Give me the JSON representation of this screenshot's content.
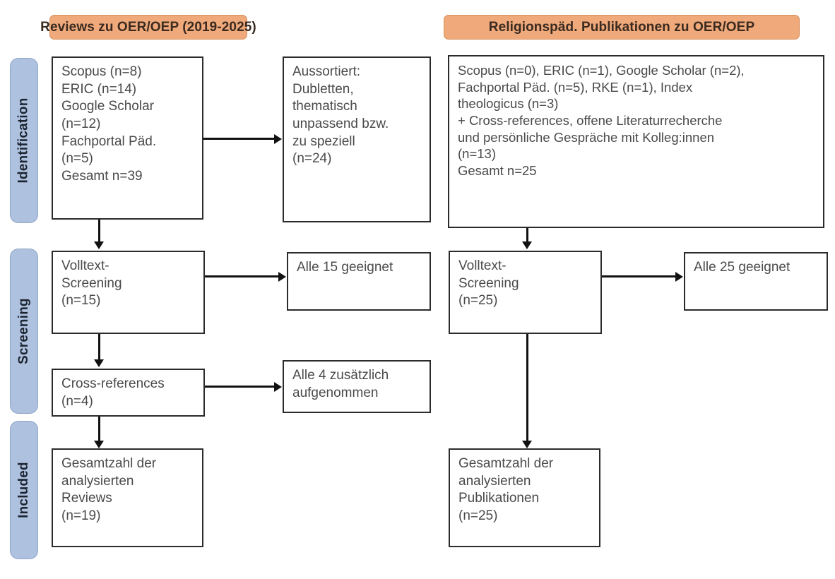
{
  "headers": {
    "left": "Reviews zu OER/OEP (2019-2025)",
    "right": "Religionspäd. Publikationen zu OER/OEP"
  },
  "stages": {
    "identification": "Identification",
    "screening": "Screening",
    "included": "Included"
  },
  "left_column": {
    "identification_sources": "Scopus (n=8)\nERIC (n=14)\nGoogle Scholar\n(n=12)\nFachportal Päd.\n(n=5)\nGesamt n=39",
    "excluded": "Aussortiert:\nDubletten,\nthematisch\nunpassend bzw.\nzu speziell\n(n=24)",
    "fulltext_screening": "Volltext-\nScreening\n(n=15)",
    "fulltext_result": "Alle 15 geeignet",
    "cross_references": "Cross-references\n(n=4)",
    "cross_references_result": "Alle 4 zusätzlich\naufgenommen",
    "included_total": "Gesamtzahl der\nanalysierten\nReviews\n(n=19)"
  },
  "right_column": {
    "identification_sources": "Scopus (n=0), ERIC (n=1), Google Scholar (n=2),\nFachportal Päd. (n=5), RKE (n=1), Index\ntheologicus (n=3)\n+ Cross-references, offene Literaturrecherche\nund persönliche Gespräche mit Kolleg:innen\n(n=13)\nGesamt n=25",
    "fulltext_screening": "Volltext-\nScreening\n(n=25)",
    "fulltext_result": "Alle 25 geeignet",
    "included_total": "Gesamtzahl der\nanalysierten\nPublikationen\n(n=25)"
  },
  "colors": {
    "header_fill": "#EFA97A",
    "header_border": "#D98F5C",
    "stage_fill": "#AEC2E0",
    "stage_border": "#8FA6C8",
    "box_border": "#2b2b2b",
    "connector": "#111111",
    "background": "#ffffff"
  },
  "chart_data": {
    "type": "diagram",
    "title": "PRISMA-Flussdiagramm: Reviews und religionspädagogische Publikationen zu OER/OEP",
    "columns": [
      {
        "name": "Reviews zu OER/OEP (2019-2025)",
        "stages": [
          {
            "stage": "Identification",
            "records": [
              {
                "source": "Scopus",
                "n": 8
              },
              {
                "source": "ERIC",
                "n": 14
              },
              {
                "source": "Google Scholar",
                "n": 12
              },
              {
                "source": "Fachportal Päd.",
                "n": 5
              }
            ],
            "total": 39,
            "excluded": {
              "reason": "Dubletten, thematisch unpassend bzw. zu speziell",
              "n": 24
            }
          },
          {
            "stage": "Screening",
            "fulltext_screened": 15,
            "fulltext_eligible": 15,
            "cross_references": 4,
            "cross_references_added": 4
          },
          {
            "stage": "Included",
            "analysed": 19,
            "unit": "Reviews"
          }
        ]
      },
      {
        "name": "Religionspäd. Publikationen zu OER/OEP",
        "stages": [
          {
            "stage": "Identification",
            "records": [
              {
                "source": "Scopus",
                "n": 0
              },
              {
                "source": "ERIC",
                "n": 1
              },
              {
                "source": "Google Scholar",
                "n": 2
              },
              {
                "source": "Fachportal Päd.",
                "n": 5
              },
              {
                "source": "RKE",
                "n": 1
              },
              {
                "source": "Index theologicus",
                "n": 3
              },
              {
                "source": "Cross-references, offene Literaturrecherche und persönliche Gespräche mit Kolleg:innen",
                "n": 13
              }
            ],
            "total": 25
          },
          {
            "stage": "Screening",
            "fulltext_screened": 25,
            "fulltext_eligible": 25
          },
          {
            "stage": "Included",
            "analysed": 25,
            "unit": "Publikationen"
          }
        ]
      }
    ]
  }
}
